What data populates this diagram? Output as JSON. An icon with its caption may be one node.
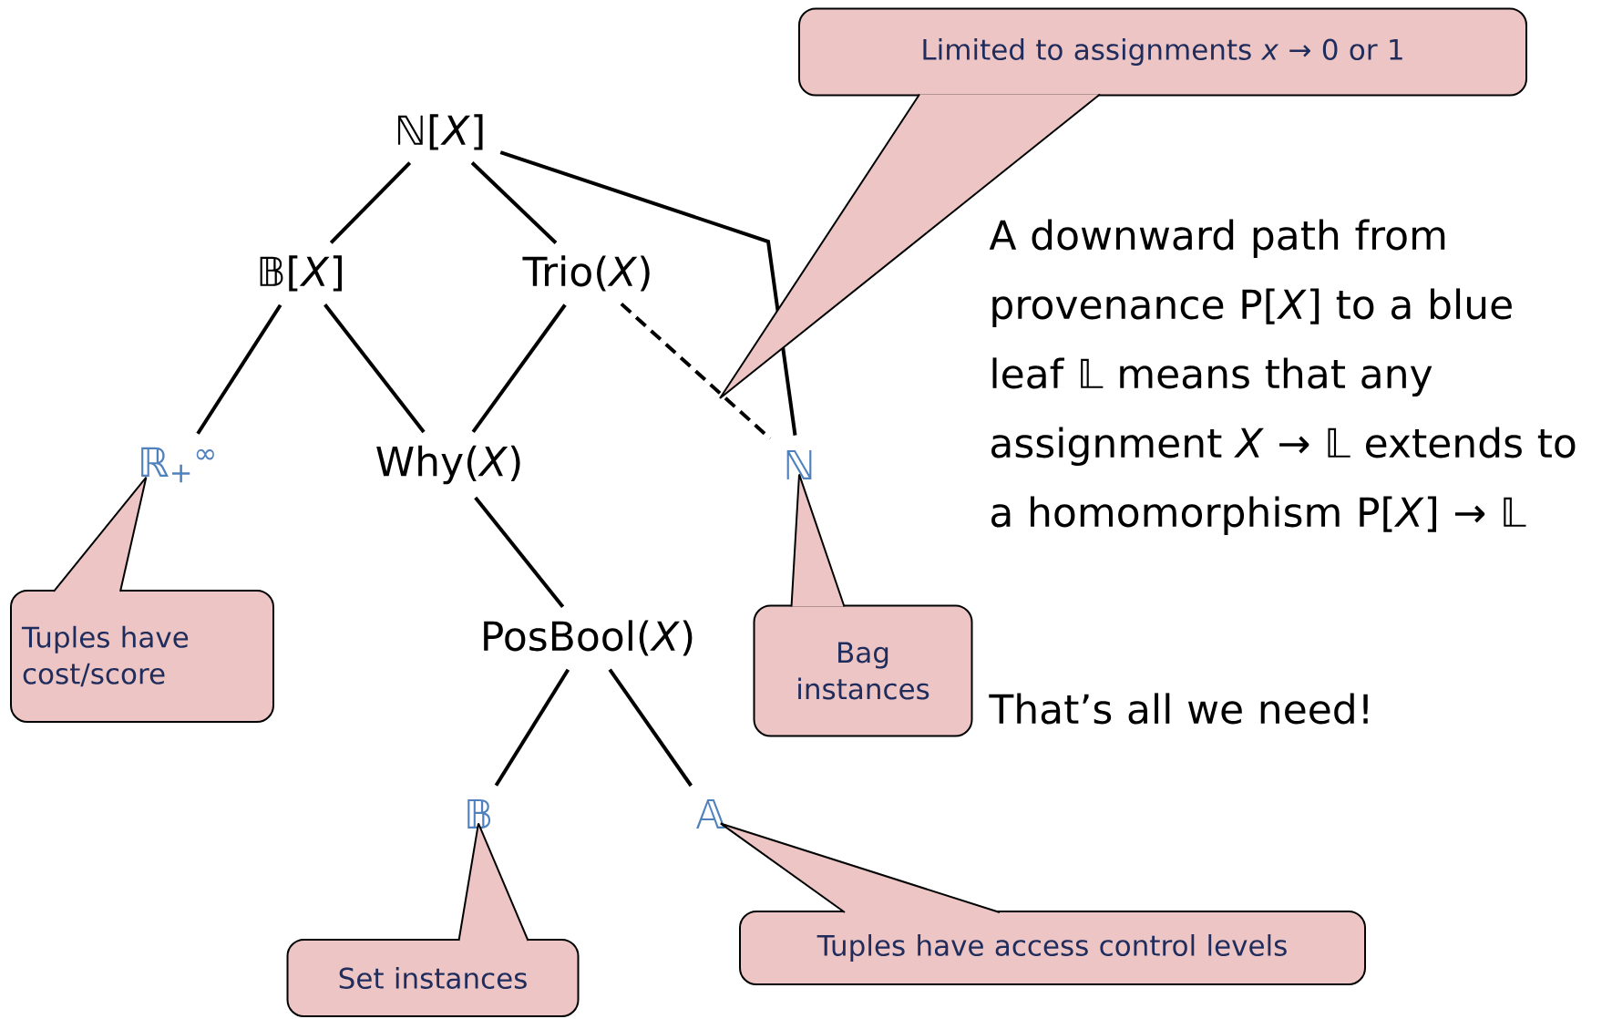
{
  "diagram": {
    "nodes": [
      {
        "text": [
          "ℕ[*X*]"
        ]
      },
      {
        "text": [
          "𝔹[*X*]"
        ]
      },
      {
        "text": [
          "Trio(*X*)"
        ]
      },
      {
        "text": [
          "ℝ$_{+}$$^{∞}$"
        ]
      },
      {
        "text": [
          "Why(*X*)"
        ]
      },
      {
        "text": [
          "ℕ"
        ]
      },
      {
        "text": [
          "PosBool(*X*)"
        ]
      },
      {
        "text": [
          "𝔹"
        ]
      },
      {
        "text": [
          "𝔸"
        ]
      },
      {
        "text": [
          "Limited to assignments *x* → 0 or 1"
        ]
      },
      {
        "text": [
          "Tuples have cost/score"
        ]
      },
      {
        "text": [
          "Bag instances"
        ]
      },
      {
        "text": [
          "Set instances"
        ]
      },
      {
        "text": [
          "Tuples have access control levels"
        ]
      }
    ],
    "edges": [
      {
        "from": 0,
        "to": 1,
        "arrow": "none"
      },
      {
        "from": 0,
        "to": 2,
        "arrow": "none"
      },
      {
        "from": 0,
        "to": 5,
        "arrow": "none"
      },
      {
        "from": 1,
        "to": 3,
        "arrow": "none"
      },
      {
        "from": 1,
        "to": 4,
        "arrow": "none"
      },
      {
        "from": 2,
        "to": 4,
        "arrow": "none"
      },
      {
        "from": 2,
        "to": 5,
        "arrow": "none",
        "style": "dashed"
      },
      {
        "from": 4,
        "to": 6,
        "arrow": "none"
      },
      {
        "from": 6,
        "to": 7,
        "arrow": "none"
      },
      {
        "from": 6,
        "to": 8,
        "arrow": "none"
      },
      {
        "from": 9,
        "to": null,
        "arrow": "none"
      },
      {
        "from": 10,
        "to": 3,
        "arrow": "none"
      },
      {
        "from": 11,
        "to": 5,
        "arrow": "none"
      },
      {
        "from": 12,
        "to": 7,
        "arrow": "none"
      },
      {
        "from": 13,
        "to": 8,
        "arrow": "none"
      }
    ],
    "labels": [
      "A downward path from provenance P[*X*] to a blue leaf 𝕃 means that any assignment *X* → 𝕃 extends to a homomorphism P[*X*] → 𝕃",
      "That’s all we need!"
    ]
  }
}
